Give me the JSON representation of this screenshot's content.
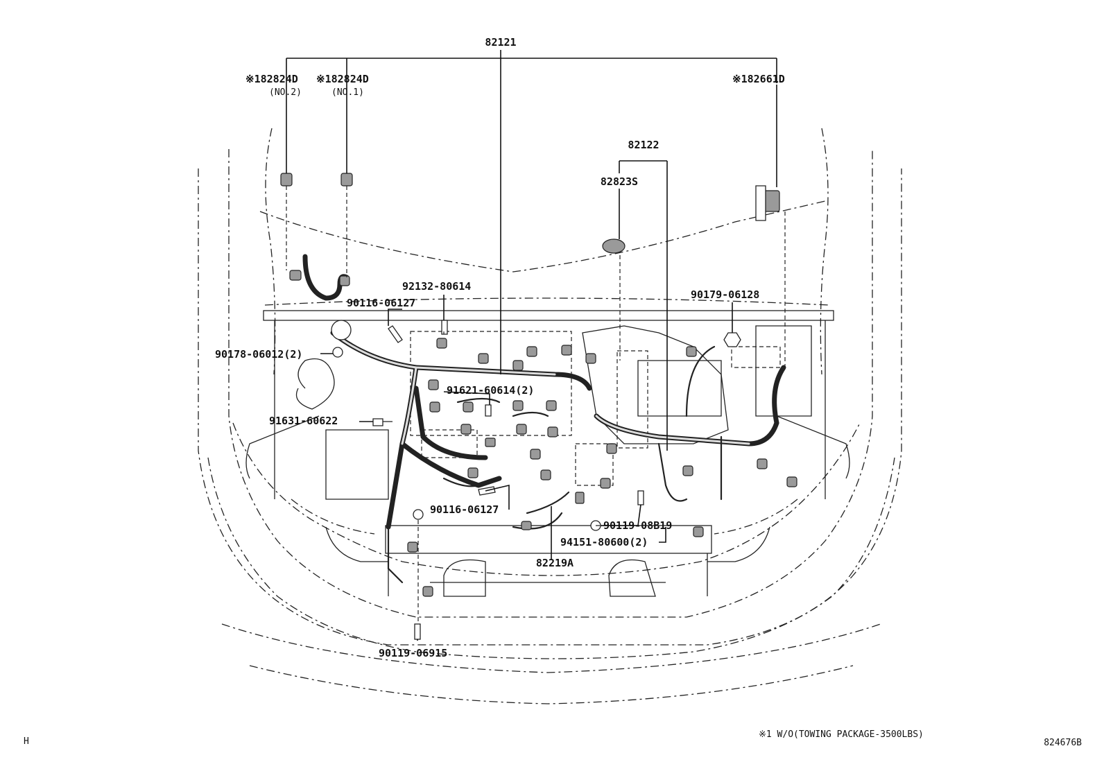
{
  "labels": {
    "l82121": "82121",
    "l82824d_no2": "※182824D",
    "l82824d_no1": "※182824D",
    "no2": "(NO.2)",
    "no1": "(NO.1)",
    "l82661d": "※182661D",
    "l82122": "82122",
    "l82823s": "82823S",
    "l92132": "92132-80614",
    "l90116_a": "90116-06127",
    "l90179": "90179-06128",
    "l90178": "90178-06012(2)",
    "l91621": "91621-60614(2)",
    "l91631": "91631-60622",
    "l90116_b": "90116-06127",
    "l90119_08b19": "90119-08B19",
    "l94151": "94151-80600(2)",
    "l82219a": "82219A",
    "l90119_06915": "90119-06915"
  },
  "footer": {
    "left_mark": "H",
    "note": "※1 W/O(TOWING PACKAGE-3500LBS)",
    "drawing_no": "824676B"
  }
}
